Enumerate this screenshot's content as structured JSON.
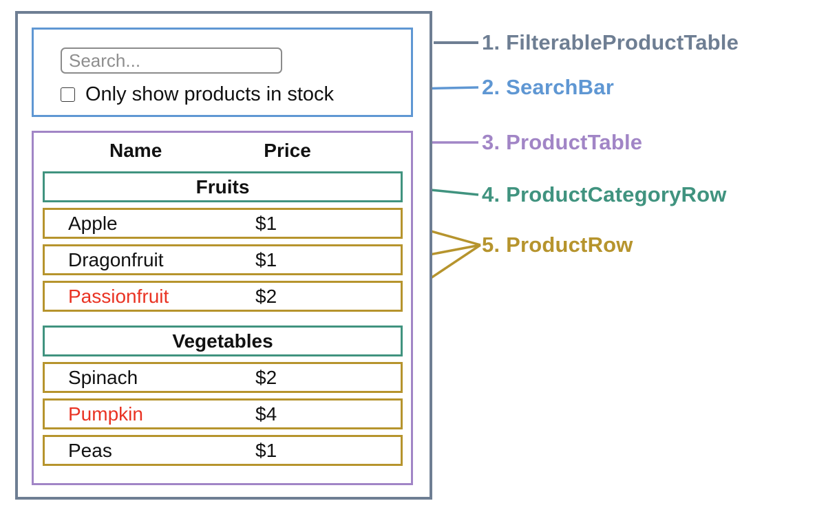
{
  "colors": {
    "filterable_product_table": "#6e7e93",
    "search_bar": "#5f97d3",
    "product_table": "#a185c6",
    "product_category_row": "#40937f",
    "product_row": "#b6942d",
    "out_of_stock": "#e93323",
    "text": "#111111"
  },
  "legend": {
    "items": [
      {
        "text": "1. FilterableProductTable"
      },
      {
        "text": "2. SearchBar"
      },
      {
        "text": "3. ProductTable"
      },
      {
        "text": "4. ProductCategoryRow"
      },
      {
        "text": "5. ProductRow"
      }
    ]
  },
  "search_bar": {
    "placeholder": "Search...",
    "checkbox_label": "Only show products in stock",
    "checkbox_checked": false
  },
  "table": {
    "headers": {
      "name": "Name",
      "price": "Price"
    },
    "categories": [
      {
        "name": "Fruits",
        "rows": [
          {
            "name": "Apple",
            "price": "$1",
            "in_stock": true
          },
          {
            "name": "Dragonfruit",
            "price": "$1",
            "in_stock": true
          },
          {
            "name": "Passionfruit",
            "price": "$2",
            "in_stock": false
          }
        ]
      },
      {
        "name": "Vegetables",
        "rows": [
          {
            "name": "Spinach",
            "price": "$2",
            "in_stock": true
          },
          {
            "name": "Pumpkin",
            "price": "$4",
            "in_stock": false
          },
          {
            "name": "Peas",
            "price": "$1",
            "in_stock": true
          }
        ]
      }
    ]
  }
}
